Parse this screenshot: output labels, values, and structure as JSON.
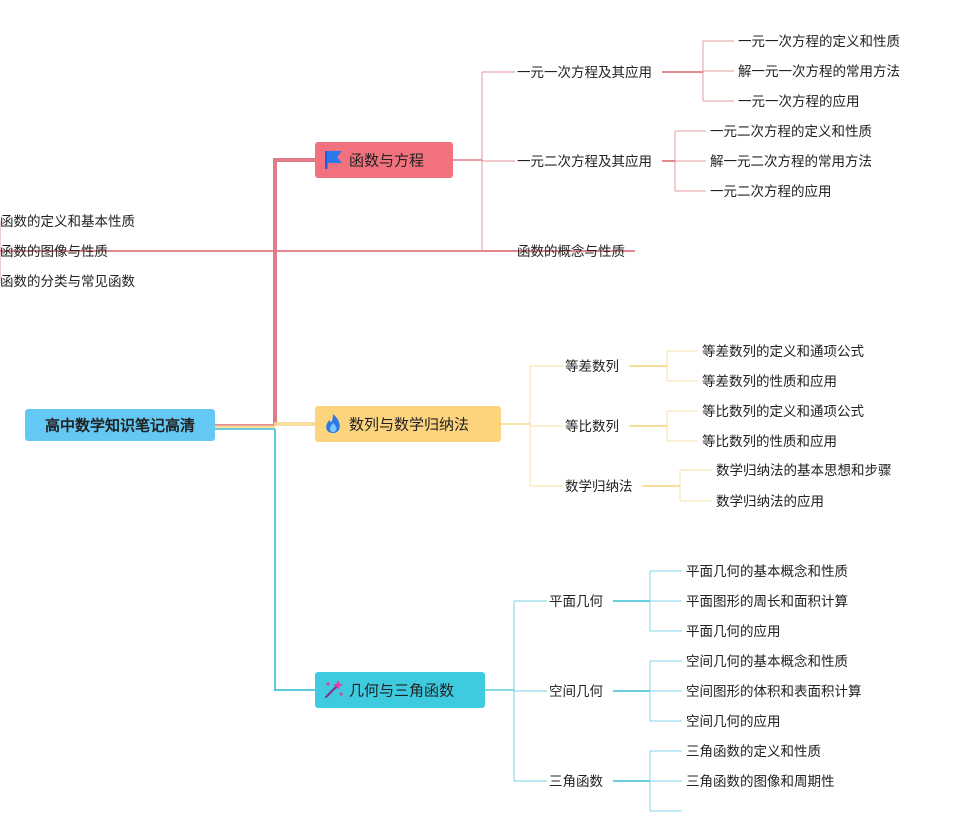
{
  "root": {
    "label": "高中数学知识笔记高清",
    "color": "#64c8f5"
  },
  "branches": [
    {
      "label": "函数与方程",
      "color": "#f2717e",
      "line_color": "#e07c86",
      "icon": "flag-icon",
      "children": [
        {
          "label": "一元一次方程及其应用",
          "leaves": [
            "一元一次方程的定义和性质",
            "解一元一次方程的常用方法",
            "一元一次方程的应用"
          ]
        },
        {
          "label": "一元二次方程及其应用",
          "leaves": [
            "一元二次方程的定义和性质",
            "解一元二次方程的常用方法",
            "一元二次方程的应用"
          ]
        },
        {
          "label": "函数的概念与性质",
          "leaves": [
            "函数的定义和基本性质",
            "函数的图像与性质",
            "函数的分类与常见函数"
          ]
        }
      ]
    },
    {
      "label": "数列与数学归纳法",
      "color": "#fcd47e",
      "line_color": "#f8d98d",
      "icon": "fire-icon",
      "children": [
        {
          "label": "等差数列",
          "leaves": [
            "等差数列的定义和通项公式",
            "等差数列的性质和应用"
          ]
        },
        {
          "label": "等比数列",
          "leaves": [
            "等比数列的定义和通项公式",
            "等比数列的性质和应用"
          ]
        },
        {
          "label": "数学归纳法",
          "leaves": [
            "数学归纳法的基本思想和步骤",
            "数学归纳法的应用"
          ]
        }
      ]
    },
    {
      "label": "几何与三角函数",
      "color": "#3ecbe0",
      "line_color": "#5cc9de",
      "icon": "magic-wand-icon",
      "children": [
        {
          "label": "平面几何",
          "leaves": [
            "平面几何的基本概念和性质",
            "平面图形的周长和面积计算",
            "平面几何的应用"
          ]
        },
        {
          "label": "空间几何",
          "leaves": [
            "空间几何的基本概念和性质",
            "空间图形的体积和表面积计算",
            "空间几何的应用"
          ]
        },
        {
          "label": "三角函数",
          "leaves": [
            "三角函数的定义和性质",
            "三角函数的图像和周期性",
            ""
          ]
        }
      ]
    }
  ]
}
